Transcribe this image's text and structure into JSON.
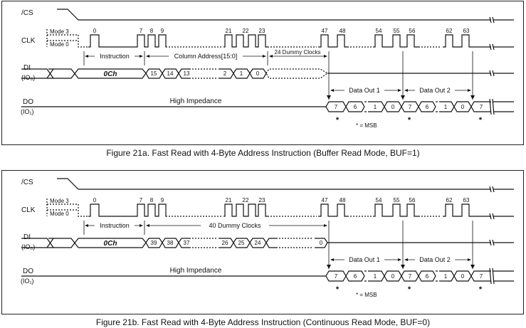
{
  "signals": {
    "cs": "/CS",
    "clk": "CLK",
    "di": "DI",
    "di_sub": "(IO₀)",
    "do": "DO",
    "do_sub": "(IO₁)"
  },
  "modes": {
    "mode3": "Mode 3",
    "mode0": "Mode 0"
  },
  "clock_numbers": [
    "0",
    "7",
    "8",
    "9",
    "21",
    "22",
    "23",
    "47",
    "48",
    "54",
    "55",
    "56",
    "62",
    "63"
  ],
  "fig_a": {
    "instruction": "Instruction",
    "address_label": "Column Address[15:0]",
    "dummy_label": "24 Dummy Clocks",
    "opcode": "0Ch",
    "di_bits": [
      "15",
      "14",
      "13",
      "2",
      "1",
      "0"
    ],
    "high_z": "High Impedance",
    "data_out_1": "Data Out 1",
    "data_out_2": "Data Out 2",
    "do_bits": [
      "7",
      "6",
      "1",
      "0",
      "7",
      "6",
      "1",
      "0",
      "7"
    ],
    "msb_note": "* = MSB",
    "caption": "Figure 21a. Fast Read with 4-Byte Address Instruction (Buffer Read Mode, BUF=1)"
  },
  "fig_b": {
    "instruction": "Instruction",
    "dummy_label": "40 Dummy Clocks",
    "opcode": "0Ch",
    "di_bits": [
      "39",
      "38",
      "37",
      "26",
      "25",
      "24",
      "0"
    ],
    "high_z": "High Impedance",
    "data_out_1": "Data Out 1",
    "data_out_2": "Data Out 2",
    "do_bits": [
      "7",
      "6",
      "1",
      "0",
      "7",
      "6",
      "1",
      "0",
      "7"
    ],
    "msb_note": "* = MSB",
    "caption": "Figure 21b. Fast Read with 4-Byte Address Instruction (Continuous Read Mode, BUF=0)"
  }
}
